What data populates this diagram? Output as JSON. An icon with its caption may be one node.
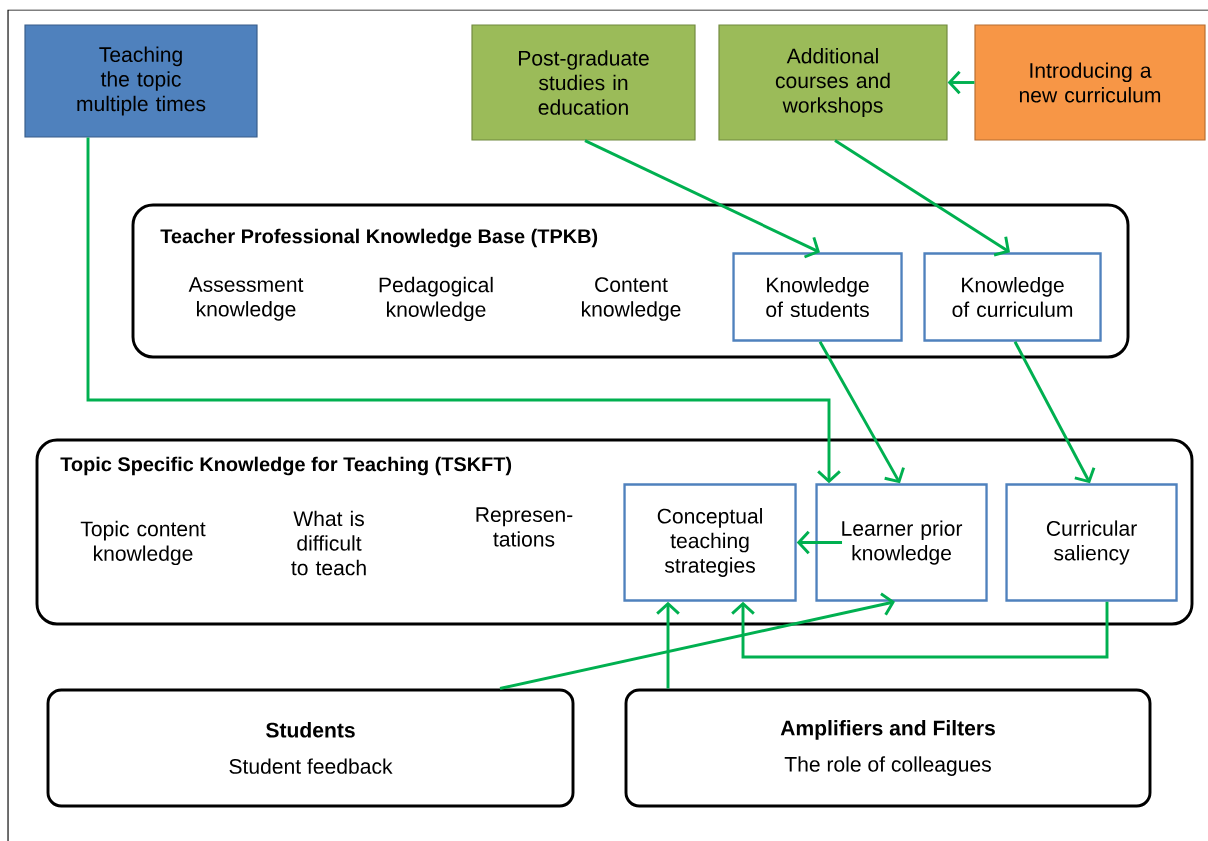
{
  "diagram": {
    "nodes": [
      {
        "text": [
          "Teaching the topic multiple times"
        ]
      },
      {
        "text": [
          "Post-graduate studies in education"
        ]
      },
      {
        "text": [
          "Additional courses and workshops"
        ]
      },
      {
        "text": [
          "Introducing a new curriculum"
        ]
      },
      {
        "text": [
          "Teacher Professional Knowledge Base (TPKB)",
          "Assessment knowledge",
          "Pedagogical knowledge",
          "Content knowledge"
        ]
      },
      {
        "text": [
          "Knowledge of students"
        ],
        "in": 4
      },
      {
        "text": [
          "Knowledge of curriculum"
        ],
        "in": 4
      },
      {
        "text": [
          "Topic Specific Knowledge for Teaching (TSKFT)",
          "Topic content knowledge",
          "What is difficult to teach",
          "Represen- tations"
        ]
      },
      {
        "text": [
          "Conceptual teaching strategies"
        ],
        "in": 7
      },
      {
        "text": [
          "Learner prior knowledge"
        ],
        "in": 7
      },
      {
        "text": [
          "Curricular saliency"
        ],
        "in": 7
      },
      {
        "text": [
          "Students",
          "Student feedback"
        ]
      },
      {
        "text": [
          "Amplifiers and Filters",
          "The role of colleagues"
        ]
      }
    ],
    "edges": [
      {
        "from": 3,
        "to": 2,
        "arrow": "to"
      },
      {
        "from": 1,
        "to": 5,
        "arrow": "to"
      },
      {
        "from": 2,
        "to": 6,
        "arrow": "to"
      },
      {
        "from": 0,
        "to": 9,
        "arrow": "to"
      },
      {
        "from": 5,
        "to": 9,
        "arrow": "to"
      },
      {
        "from": 6,
        "to": 10,
        "arrow": "to"
      },
      {
        "from": 9,
        "to": 8,
        "arrow": "to"
      },
      {
        "from": 11,
        "to": 9,
        "arrow": "to"
      },
      {
        "from": 12,
        "to": 8,
        "arrow": "to"
      },
      {
        "from": 10,
        "to": 8,
        "arrow": "to"
      }
    ]
  }
}
